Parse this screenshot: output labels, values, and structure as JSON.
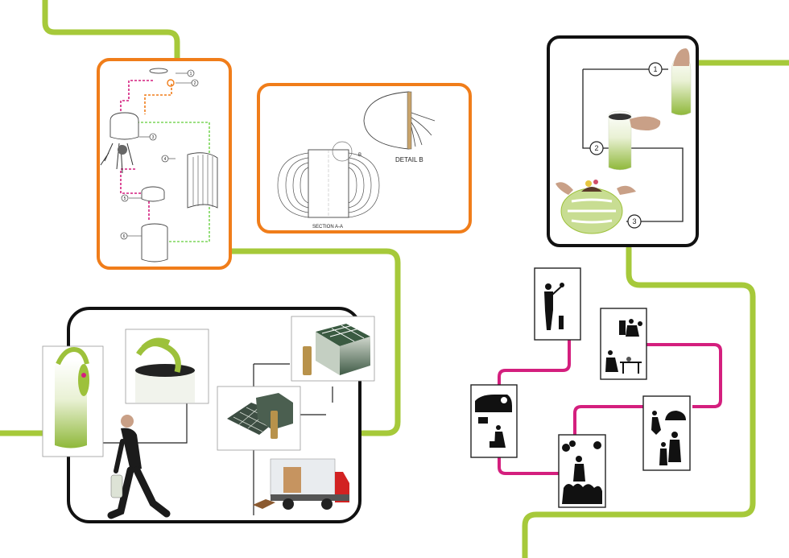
{
  "colors": {
    "connector_green": "#a6c93a",
    "panel_orange": "#f07d1a",
    "connector_magenta": "#d41f7e",
    "panel_black": "#111111",
    "product_green": "#9dc13b",
    "truck_red": "#d22222"
  },
  "assembly_panel": {
    "callouts": [
      "1",
      "2",
      "3",
      "4",
      "5",
      "6"
    ]
  },
  "section_panel": {
    "section_label": "SECTION A-A",
    "detail_label": "DETAIL B",
    "detail_marker": "B"
  },
  "usage_panel": {
    "steps": [
      "1",
      "2",
      "3"
    ]
  },
  "logistics_panel": {
    "items": [
      "carry-bag-render",
      "lid-handle-render",
      "packing-grid-render",
      "box-render",
      "walking-man-figure",
      "delivery-truck"
    ]
  },
  "lifecycle_cards": [
    "man-with-flowers",
    "people-at-table",
    "van-delivery",
    "family-shopping",
    "person-with-plants"
  ]
}
